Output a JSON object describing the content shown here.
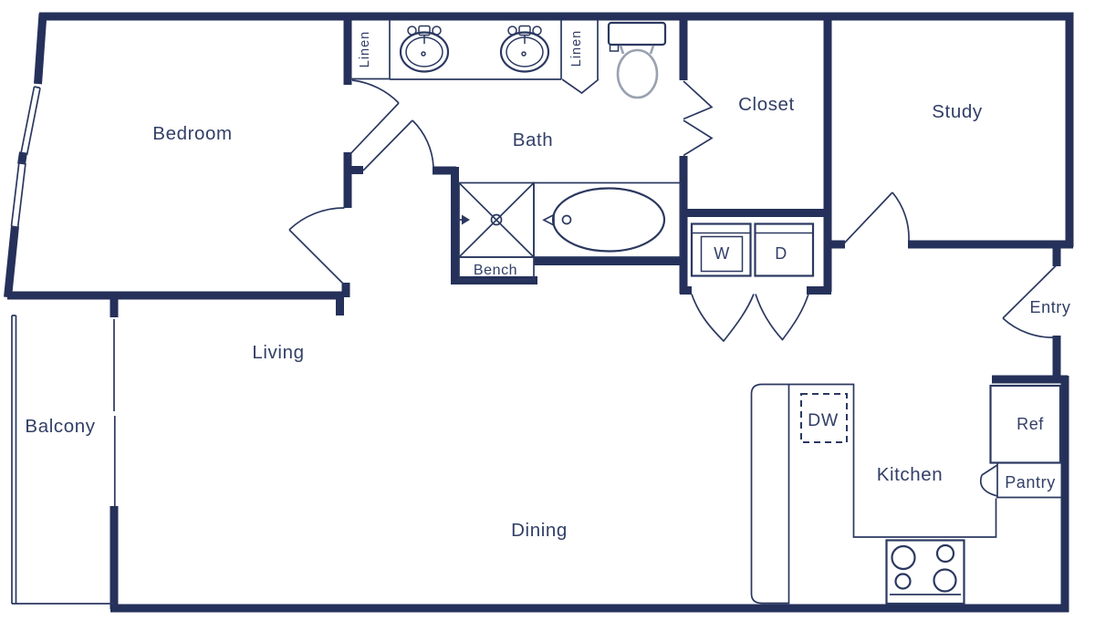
{
  "plan_type": "floor-plan",
  "colors": {
    "wall": "#25315a",
    "line": "#2b3860",
    "text": "#323f66",
    "fixture_gray": "#99a2b1",
    "background": "#ffffff"
  },
  "rooms": {
    "bedroom": {
      "label": "Bedroom"
    },
    "bath": {
      "label": "Bath"
    },
    "closet": {
      "label": "Closet"
    },
    "study": {
      "label": "Study"
    },
    "living": {
      "label": "Living"
    },
    "balcony": {
      "label": "Balcony"
    },
    "dining": {
      "label": "Dining"
    },
    "kitchen": {
      "label": "Kitchen"
    },
    "entry": {
      "label": "Entry"
    }
  },
  "fixtures": {
    "linen_left": {
      "label": "Linen"
    },
    "linen_right": {
      "label": "Linen"
    },
    "bench": {
      "label": "Bench"
    },
    "washer": {
      "label": "W"
    },
    "dryer": {
      "label": "D"
    },
    "dishwasher": {
      "label": "DW"
    },
    "refrigerator": {
      "label": "Ref"
    },
    "pantry": {
      "label": "Pantry"
    }
  }
}
